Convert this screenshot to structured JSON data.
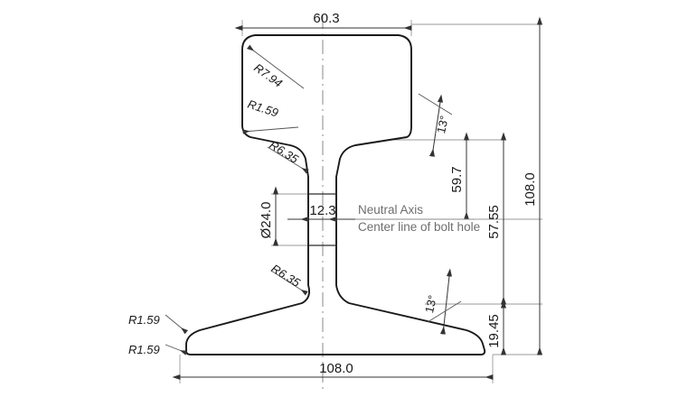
{
  "drawing": {
    "title": "Rail profile cross-section technical drawing",
    "units": "mm",
    "line_color": "#1a1a1a",
    "dim_color": "#4d4d4d",
    "note_color": "#6e6e6e",
    "center_color": "#7a7a7a"
  },
  "dimensions": {
    "head_width": "60.3",
    "base_width": "108.0",
    "total_height": "108.0",
    "web_to_top": "57.55",
    "head_underside_to_axis": "59.7",
    "base_to_axis": "19.45",
    "web_thickness": "12.3",
    "bolt_hole_diameter": "Ø24.0"
  },
  "radii": {
    "head_top_corner": "R7.94",
    "head_side": "R1.59",
    "web_fillet_upper": "R6.35",
    "web_fillet_lower": "R6.35",
    "base_toe_upper": "R1.59",
    "base_toe_lower": "R1.59"
  },
  "angles": {
    "head_underside": "13°",
    "base_top_slope": "13°"
  },
  "notes": {
    "neutral_axis": "Neutral Axis",
    "bolt_hole_centerline": "Center line of bolt hole"
  }
}
